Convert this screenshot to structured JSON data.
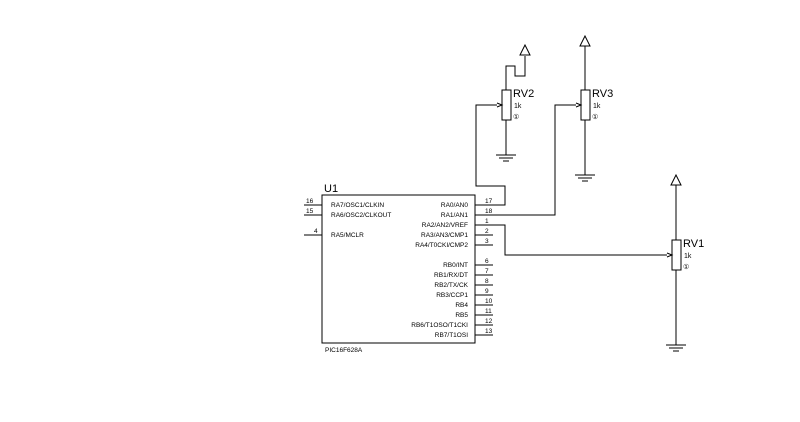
{
  "ic": {
    "ref": "U1",
    "part": "PIC16F628A",
    "left_pins": [
      {
        "label": "RA7/OSC1/CLKIN",
        "num": "16"
      },
      {
        "label": "RA6/OSC2/CLKOUT",
        "num": "15"
      },
      {
        "label": "RA5/MCLR",
        "num": "4"
      }
    ],
    "right_pins": [
      {
        "label": "RA0/AN0",
        "num": "17"
      },
      {
        "label": "RA1/AN1",
        "num": "18"
      },
      {
        "label": "RA2/AN2/VREF",
        "num": "1"
      },
      {
        "label": "RA3/AN3/CMP1",
        "num": "2"
      },
      {
        "label": "RA4/T0CKI/CMP2",
        "num": "3"
      },
      {
        "label": "RB0/INT",
        "num": "6"
      },
      {
        "label": "RB1/RX/DT",
        "num": "7"
      },
      {
        "label": "RB2/TX/CK",
        "num": "8"
      },
      {
        "label": "RB3/CCP1",
        "num": "9"
      },
      {
        "label": "RB4",
        "num": "10"
      },
      {
        "label": "RB5",
        "num": "11"
      },
      {
        "label": "RB6/T1OSO/T1CKI",
        "num": "12"
      },
      {
        "label": "RB7/T1OSI",
        "num": "13"
      }
    ]
  },
  "pots": [
    {
      "ref": "RV1",
      "value": "1k",
      "marker": "①"
    },
    {
      "ref": "RV2",
      "value": "1k",
      "marker": "①"
    },
    {
      "ref": "RV3",
      "value": "1k",
      "marker": "①"
    }
  ]
}
